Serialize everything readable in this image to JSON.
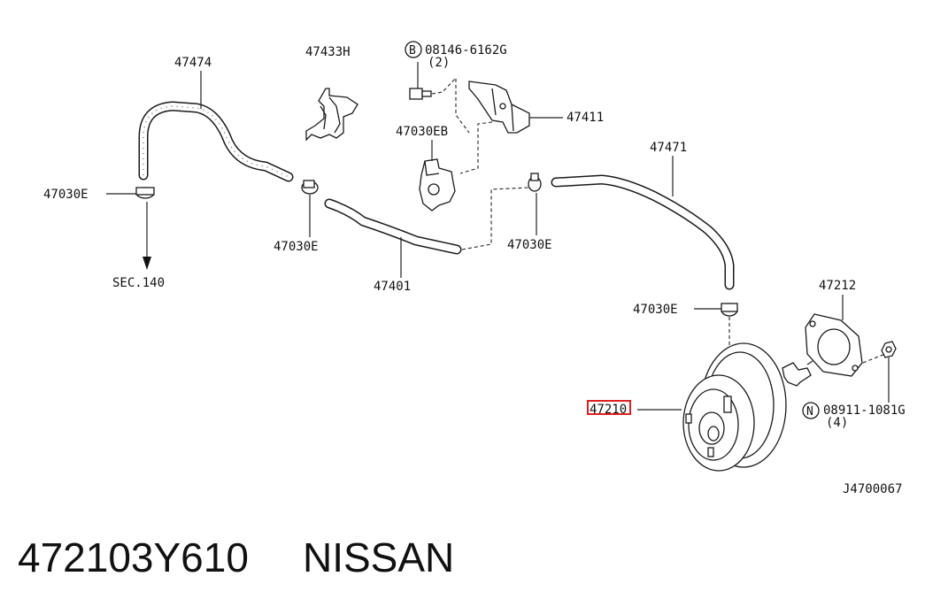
{
  "labels": {
    "hose_47474": "47474",
    "clip_47433h": "47433H",
    "bolt_code": "08146-6162G",
    "bolt_qty": "(2)",
    "bolt_symbol": "B",
    "bracket_47411": "47411",
    "bracket_47030eb": "47030EB",
    "clamp_left": "47030E",
    "sec_ref": "SEC.140",
    "clamp_mid": "47030E",
    "hose_47401": "47401",
    "clamp_right": "47030E",
    "hose_47471": "47471",
    "gasket_47212": "47212",
    "clamp_booster": "47030E",
    "booster_47210": "47210",
    "nut_code": "08911-1081G",
    "nut_qty": "(4)",
    "nut_symbol": "N",
    "drawing_id": "J4700067"
  },
  "caption": {
    "part_number": "472103Y610",
    "brand": "NISSAN"
  },
  "colors": {
    "line": "#1a1a1a",
    "highlight": "#e02020",
    "background": "#ffffff"
  }
}
